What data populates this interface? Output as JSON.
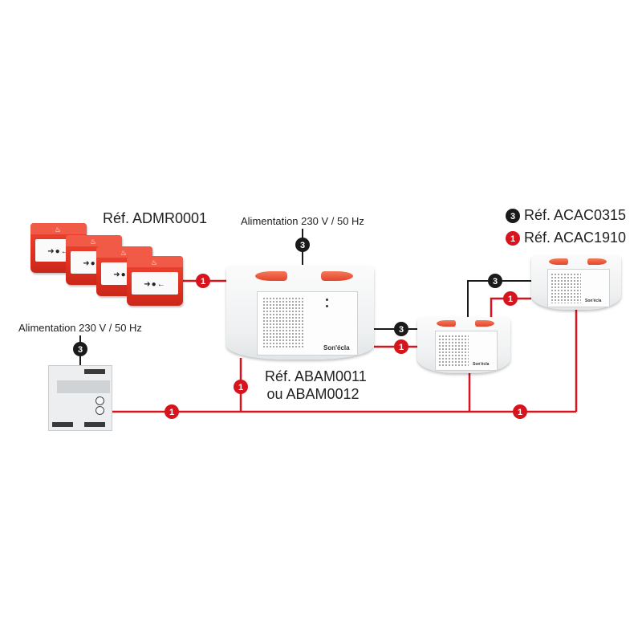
{
  "colors": {
    "bus_red": "#d7141e",
    "cable_black": "#1a1a1a",
    "badge_red": "#d7141e",
    "badge_black": "#1a1a1a",
    "text": "#222222"
  },
  "legend": {
    "items": [
      {
        "badge": "3",
        "badge_color": "black",
        "label": "Réf. ACAC0315"
      },
      {
        "badge": "1",
        "badge_color": "red",
        "label": "Réf. ACAC1910"
      }
    ]
  },
  "devices": {
    "call_points": {
      "label": "Réf. ADMR0001",
      "count": 4,
      "icon": "manual-call-point-icon"
    },
    "central_unit": {
      "label_line1": "Réf. ABAM0011",
      "label_line2": "ou ABAM0012",
      "brand": "Son'écla",
      "power_label": "Alimentation 230 V / 50 Hz",
      "power_cable_badge": "3"
    },
    "power_supply": {
      "power_label": "Alimentation 230 V / 50 Hz",
      "power_cable_badge": "3"
    },
    "repeater_1": {
      "brand": "Son'écla"
    },
    "repeater_2": {
      "brand": "Son'écla"
    }
  },
  "connections": {
    "callpoints_to_unit": "1",
    "unit_to_bus": "1",
    "unit_to_repeater_black": "3",
    "unit_to_repeater_red": "1",
    "repeater1_to_repeater2_black": "3",
    "repeater1_to_repeater2_red": "1",
    "bus_left": "1",
    "bus_right": "1"
  }
}
